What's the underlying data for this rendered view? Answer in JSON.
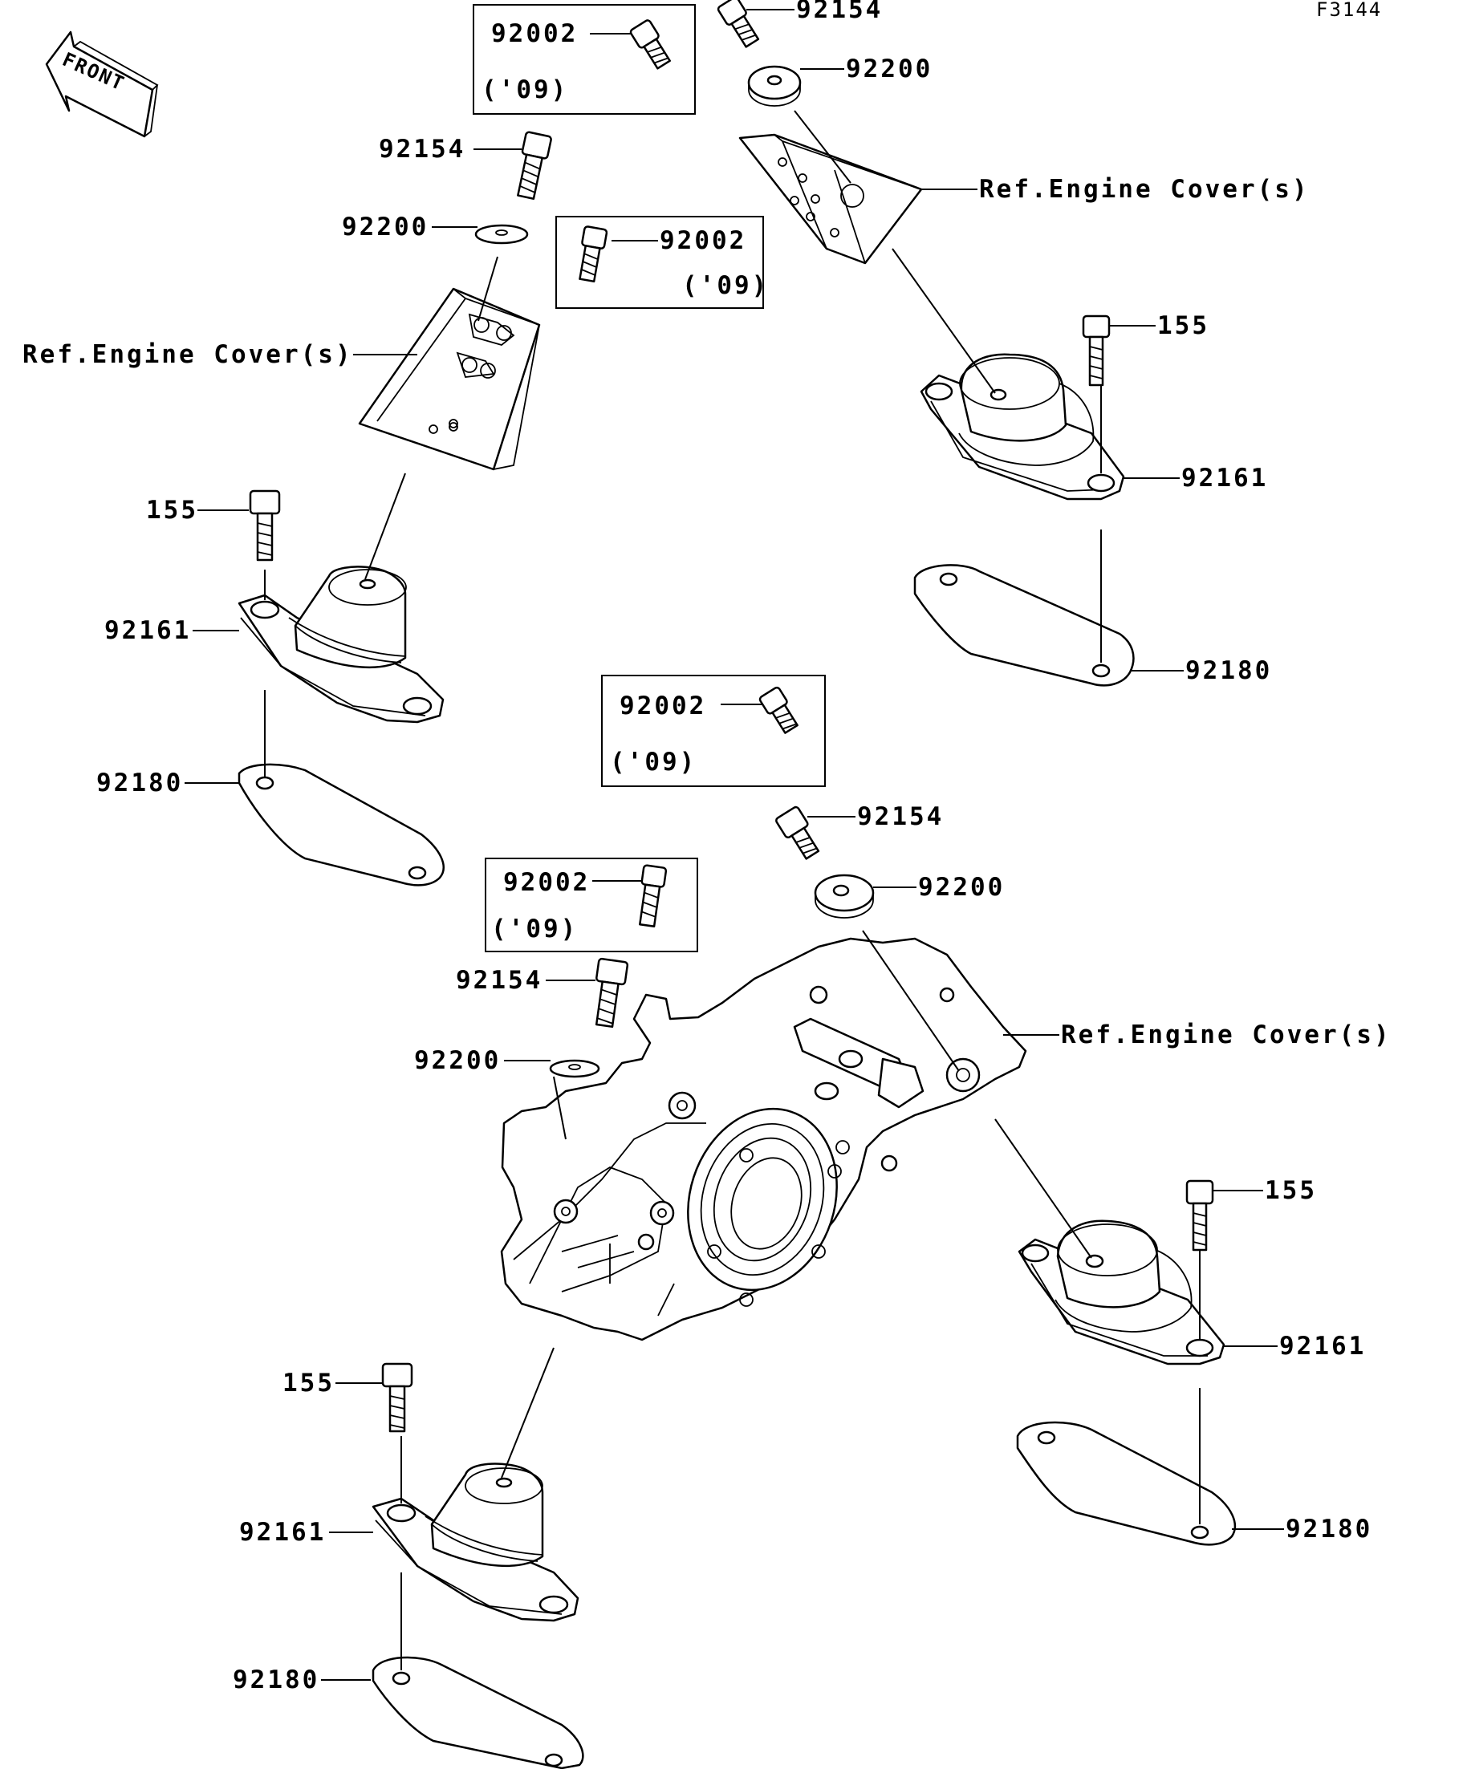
{
  "figure_code": "F3144",
  "front_arrow_label": "FRONT",
  "callouts": {
    "top_box_part": "92002",
    "top_box_year": "('09)",
    "top_bolt_92154": "92154",
    "top_washer_92200": "92200",
    "right_engine_cover_ref": "Ref.Engine Cover(s)",
    "left_bolt_92154": "92154",
    "left_washer_92200": "92200",
    "mid_box_part": "92002",
    "mid_box_year": "('09)",
    "left_engine_cover_ref": "Ref.Engine Cover(s)",
    "right_upper_155": "155",
    "right_upper_92161": "92161",
    "left_upper_155": "155",
    "left_upper_92161": "92161",
    "right_upper_92180": "92180",
    "center_box_part": "92002",
    "center_box_year": "('09)",
    "left_upper_92180": "92180",
    "center_bolt_92154": "92154",
    "lower_box_part": "92002",
    "lower_box_year": "('09)",
    "center_washer_92200": "92200",
    "lower_bolt_92154": "92154",
    "lower_engine_cover_ref": "Ref.Engine Cover(s)",
    "lower_washer_92200": "92200",
    "right_lower_155": "155",
    "right_lower_92161": "92161",
    "left_lower_155": "155",
    "right_lower_92180": "92180",
    "left_lower_92161": "92161",
    "left_lower_92180": "92180"
  }
}
